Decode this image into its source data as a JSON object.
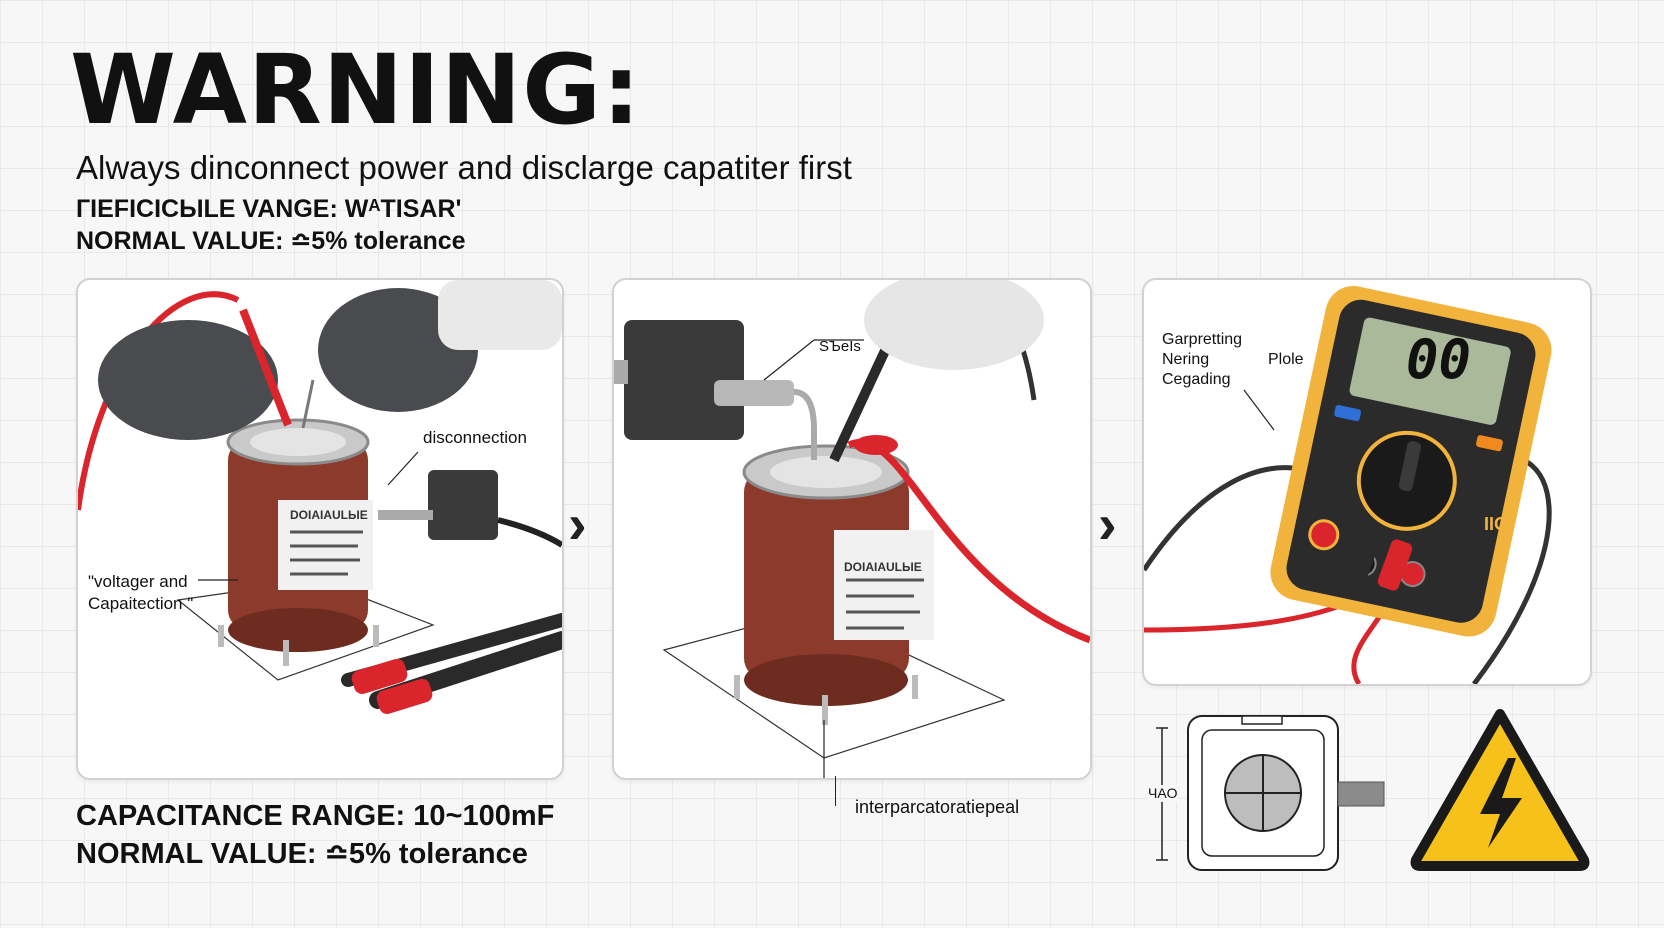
{
  "header": {
    "title": "WARNING:",
    "subtitle": "Always dinconnect power and disclarge capatiter first",
    "spec_line_1": "ГIEFICICЫLE VANGE: WᴬTISAR'",
    "spec_line_2": "NORMAL VALUE: ≏5% tolerance"
  },
  "panel_1": {
    "label_disconnection": "disconnection",
    "label_voltage_line_1": "\"voltager and",
    "label_voltage_line_2": "Capaitection \"",
    "cap_label_title": "DOIAIAULЫE"
  },
  "panel_2": {
    "label_top": "ЅЪeIs",
    "cap_label_title": "DOIAIAULЫE"
  },
  "panel_3": {
    "label_line_1": "Garpretting",
    "label_line_2": "Nering",
    "label_line_3": "Cegading",
    "label_probe": "Plole",
    "display_value": "00",
    "jack_label": "IIO"
  },
  "below_panel_2": {
    "callout": "interparcatoratiepeal"
  },
  "footer": {
    "line_1": "CAPACITANCE RANGE: 10~100mF",
    "line_2": "NORMAL VALUE: ≏5% tolerance"
  },
  "schematic": {
    "dimension_label": "ЧAO"
  },
  "arrows": {
    "arrow_1": "›",
    "arrow_2": "›"
  },
  "colors": {
    "capacitor_body": "#8b3a2b",
    "probe_red": "#d9252b",
    "probe_black": "#2a2a2a",
    "meter_yellow": "#f2b33d",
    "lcd_green": "#a9b99a",
    "warning_yellow": "#f5c11a",
    "glove_gray": "#4a4b4e"
  },
  "icons": {
    "hazard": "high-voltage-warning-icon",
    "step_arrow": "chevron-right-icon"
  }
}
